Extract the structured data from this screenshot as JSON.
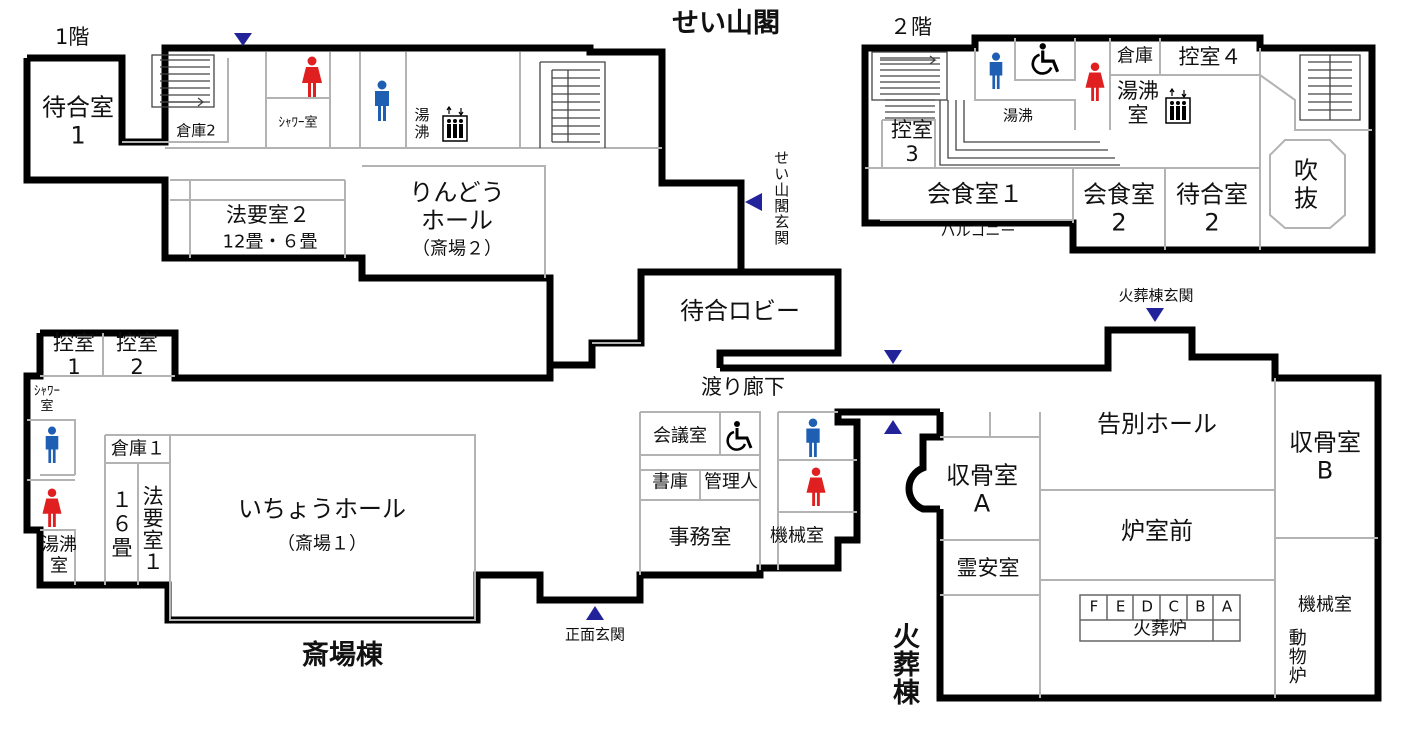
{
  "floors": {
    "first": "1階",
    "second": "２階"
  },
  "buildings": {
    "seizankaku": "せい山閣",
    "saijo": "斎場棟",
    "kaso": "火葬棟"
  },
  "entrances": {
    "seizankaku": "せい山閣玄関",
    "main": "正面玄関",
    "kaso": "火葬棟玄関"
  },
  "rooms": {
    "waiting1": "待合室\n1",
    "storage2": "倉庫2",
    "shower": "ｼｬﾜｰ室",
    "yufutsu_small": "湯\n沸",
    "hoyo2": "法要室２",
    "hoyo2_size": "12畳・６畳",
    "rindo_hall": "りんどう\nホール",
    "rindo_sub": "（斎場２）",
    "lobby": "待合ロビー",
    "hikae1": "控室\n1",
    "hikae2": "控室\n2",
    "shower_room": "ｼｬﾜｰ\n室",
    "yufutsu_room": "湯沸\n室",
    "storage1": "倉庫１",
    "hoyo1_size": "１\n６\n畳",
    "hoyo1": "法要室１",
    "icho_hall": "いちょうホール",
    "icho_sub": "（斎場１）",
    "corridor": "渡り廊下",
    "meeting": "会議室",
    "library": "書庫",
    "manager": "管理人",
    "office": "事務室",
    "machine_small": "機械室",
    "farewell": "告別ホール",
    "shukotsu_a": "収骨室\nA",
    "shukotsu_b": "収骨室\nB",
    "reian": "霊安室",
    "rozen": "炉室前",
    "machine_large": "機械室",
    "doubutsuro": "動物炉",
    "furnace_letters": [
      "F",
      "E",
      "D",
      "C",
      "B",
      "A"
    ],
    "furnace": "火葬炉"
  },
  "second_floor": {
    "storage": "倉庫",
    "hikae4": "控室４",
    "yufutsu_room": "湯沸\n室",
    "yufutsu": "湯沸",
    "hikae3": "控室\n3",
    "kaishoku1": "会食室１",
    "balcony": "バルコニー",
    "kaishoku2": "会食室\n2",
    "waiting2": "待合室\n2",
    "fukinuke": "吹\n抜"
  },
  "colors": {
    "male": "#1f5fb3",
    "female": "#e02020",
    "entrance_marker": "#22229a",
    "wall": "#000000"
  }
}
